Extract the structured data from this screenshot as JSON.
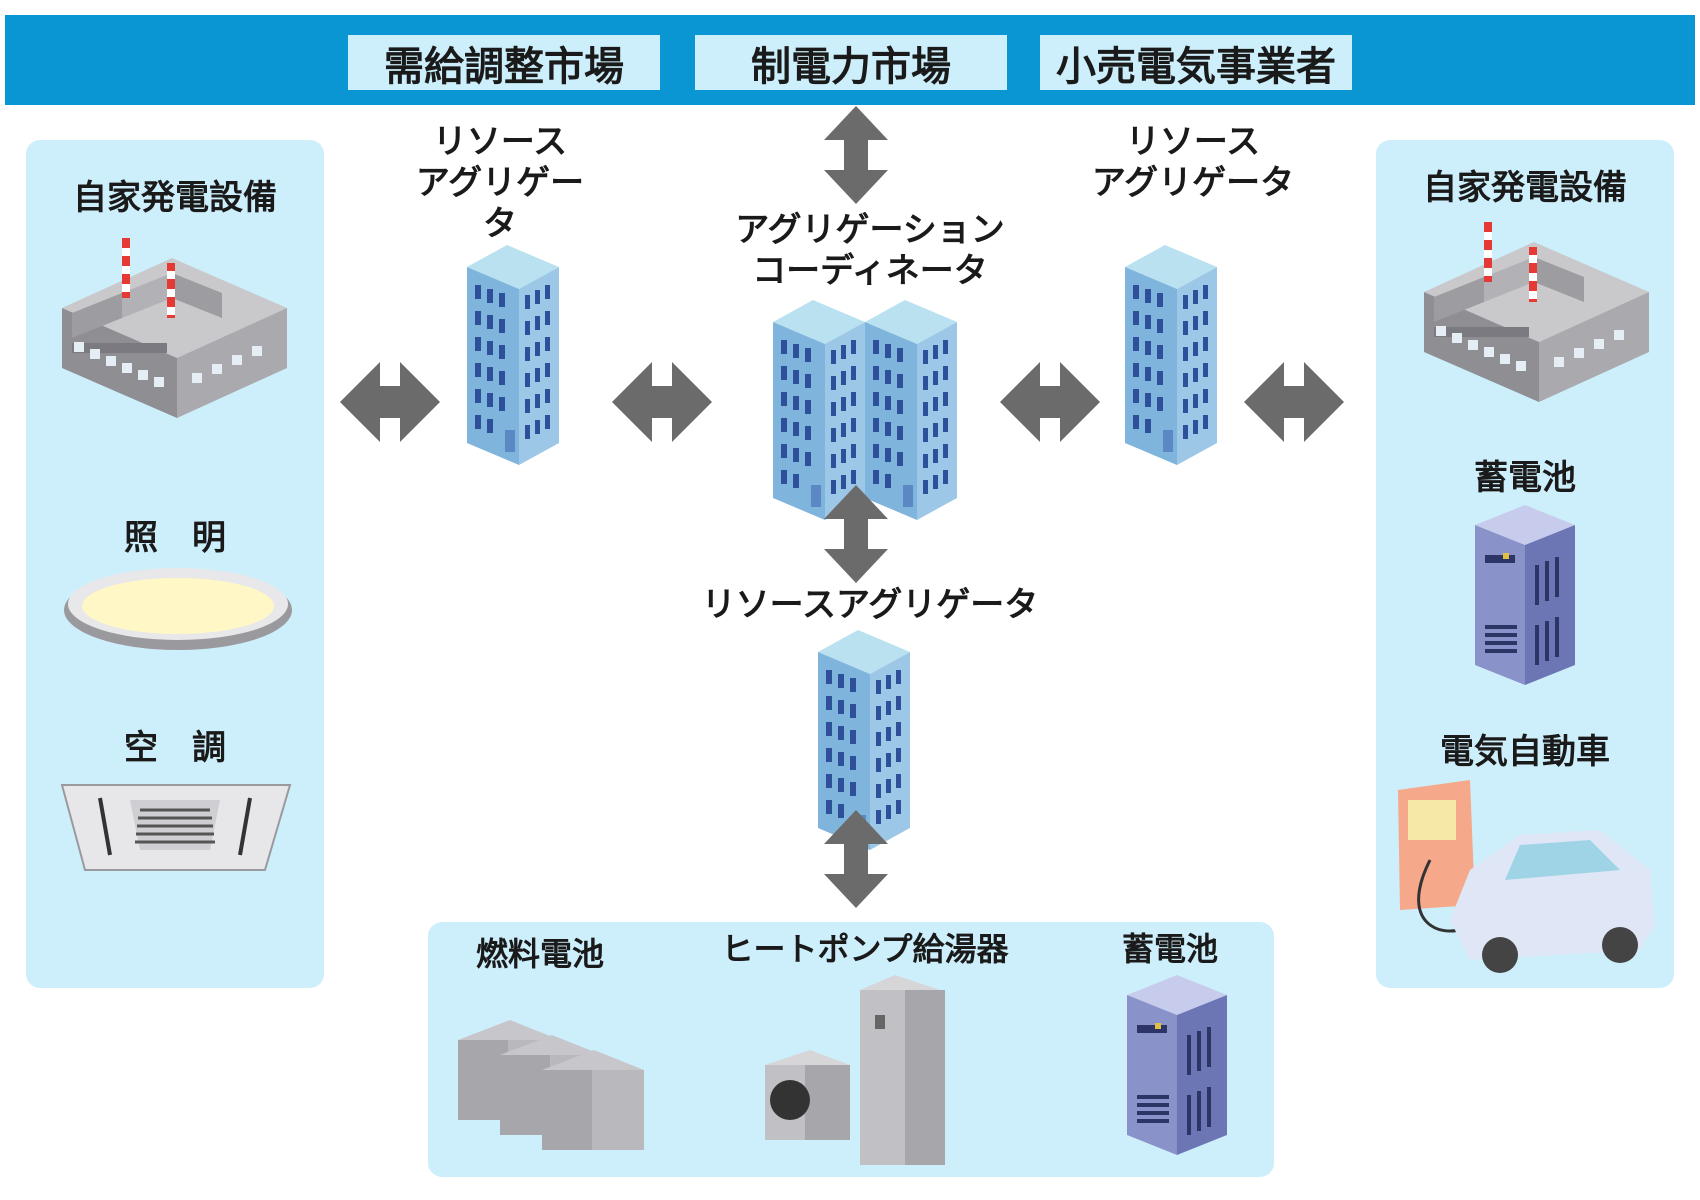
{
  "top_bar": {
    "markets": [
      "需給調整市場",
      "制電力市場",
      "小売電気事業者"
    ]
  },
  "center": {
    "coordinator_line1": "アグリゲーション",
    "coordinator_line2": "コーディネータ",
    "bottom_aggregator": "リソースアグリゲータ"
  },
  "left_aggregator": {
    "line1": "リソース",
    "line2": "アグリゲータ"
  },
  "right_aggregator": {
    "line1": "リソース",
    "line2": "アグリゲータ"
  },
  "left_panel": {
    "items": [
      "自家発電設備",
      "照　明",
      "空　調"
    ]
  },
  "right_panel": {
    "items": [
      "自家発電設備",
      "蓄電池",
      "電気自動車"
    ]
  },
  "bottom_panel": {
    "items": [
      "燃料電池",
      "ヒートポンプ給湯器",
      "蓄電池"
    ]
  },
  "colors": {
    "band": "#0a96d2",
    "panel": "#cdeffb",
    "arrow": "#6b6b6b",
    "building": "#7fb4dc",
    "window": "#2e4f9a"
  }
}
